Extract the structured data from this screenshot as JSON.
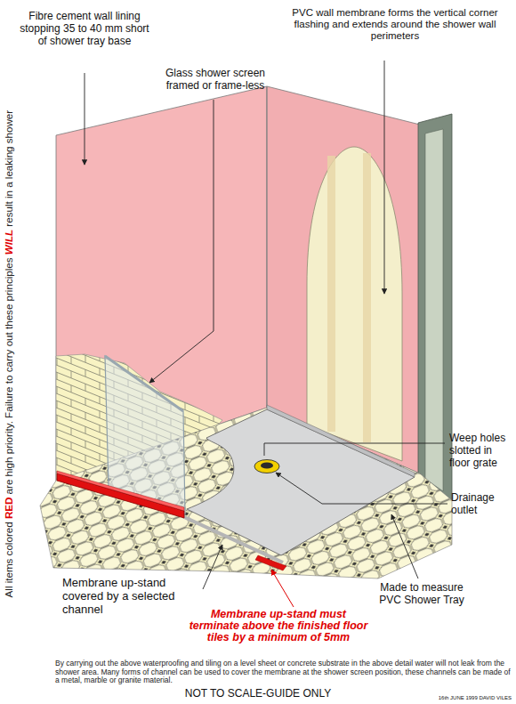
{
  "diagram": {
    "caption": "By carrying out the above waterproofing and tiling on a level sheet or concrete substrate in the above detail water will not leak from the shower area. Many forms of channel can be used to cover the membrane at the shower screen position, these channels can be made of a metal, marble or granite material.",
    "labels": [
      "All items colored",
      "RED",
      "are high priority. Failure to carry out these principles",
      "WILL",
      "result in a leaking shower",
      "Fibre cement wall lining stopping 35 to 40 mm short of shower tray base",
      "PVC wall membrane forms the vertical corner flashing and extends around the shower wall perimeters",
      "Glass shower screen framed or frame-less",
      "Weep holes slotted in floor grate",
      "Drainage outlet",
      "Membrane up-stand covered by a selected channel",
      "Membrane up-stand must terminate above the finished floor tiles by a minimum of 5mm",
      "Made to measure PVC Shower Tray",
      "NOT TO SCALE-GUIDE ONLY",
      "16th JUNE 1999 DAVID VILES"
    ]
  }
}
